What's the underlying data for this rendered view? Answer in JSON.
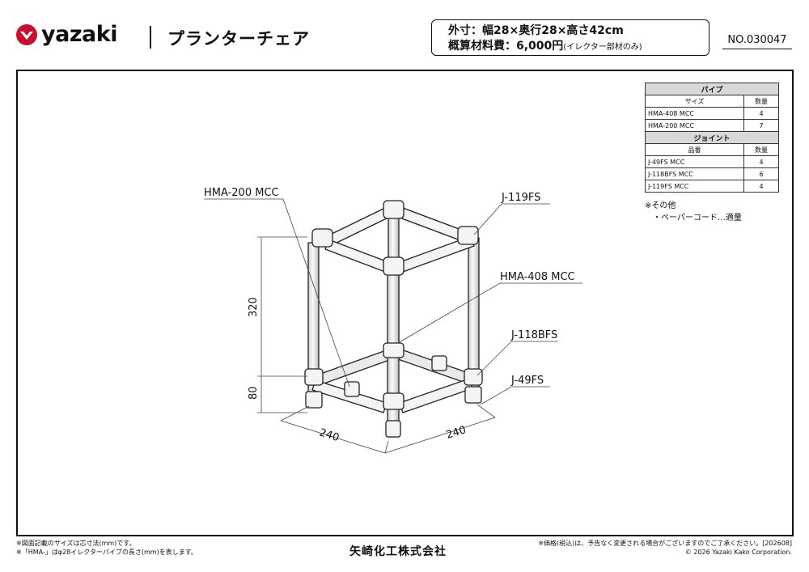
{
  "header": {
    "brand": "yazaki",
    "title": "プランターチェア",
    "spec_line1": "外寸：幅28×奥行28×高さ42cm",
    "spec_line2_main": "概算材料費：6,000円",
    "spec_line2_note": "(イレクター部材のみ)",
    "doc_number": "NO.030047"
  },
  "parts_table": {
    "pipe_heading": "パイプ",
    "pipe_col_name": "サイズ",
    "pipe_col_qty": "数量",
    "pipes": [
      {
        "name": "HMA-408 MCC",
        "qty": "4"
      },
      {
        "name": "HMA-200 MCC",
        "qty": "7"
      }
    ],
    "joint_heading": "ジョイント",
    "joint_col_name": "品番",
    "joint_col_qty": "数量",
    "joints": [
      {
        "name": "J-49FS MCC",
        "qty": "4"
      },
      {
        "name": "J-118BFS MCC",
        "qty": "6"
      },
      {
        "name": "J-119FS MCC",
        "qty": "4"
      }
    ]
  },
  "other": {
    "heading": "※その他",
    "item": "・ペーパーコード…適量"
  },
  "drawing_labels": {
    "hma200": "HMA-200 MCC",
    "j119": "J-119FS",
    "hma408": "HMA-408 MCC",
    "j118": "J-118BFS",
    "j49": "J-49FS",
    "dim_320": "320",
    "dim_80": "80",
    "dim_240_left": "240",
    "dim_240_right": "240"
  },
  "footer": {
    "left_line1": "※図面記載のサイズは芯寸法(mm)です。",
    "left_line2": "※「HMA-」はφ28イレクターパイプの長さ(mm)を表します。",
    "company": "矢崎化工株式会社",
    "right_line1": "※価格(税込)は、予告なく変更される場合がございますのでご了承ください。[202608]",
    "right_line2": "© 2026 Yazaki Kako Corporation."
  }
}
